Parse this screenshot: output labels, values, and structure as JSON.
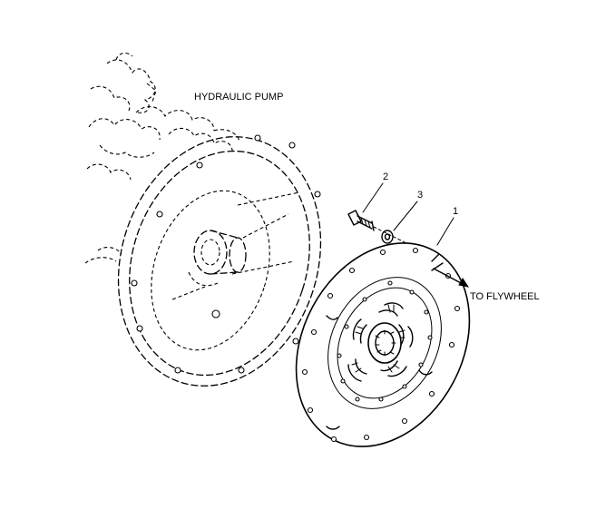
{
  "labels": {
    "hydraulic_pump": "HYDRAULIC PUMP",
    "to_flywheel": "TO FLYWHEEL",
    "callout_1": "1",
    "callout_2": "2",
    "callout_3": "3"
  }
}
